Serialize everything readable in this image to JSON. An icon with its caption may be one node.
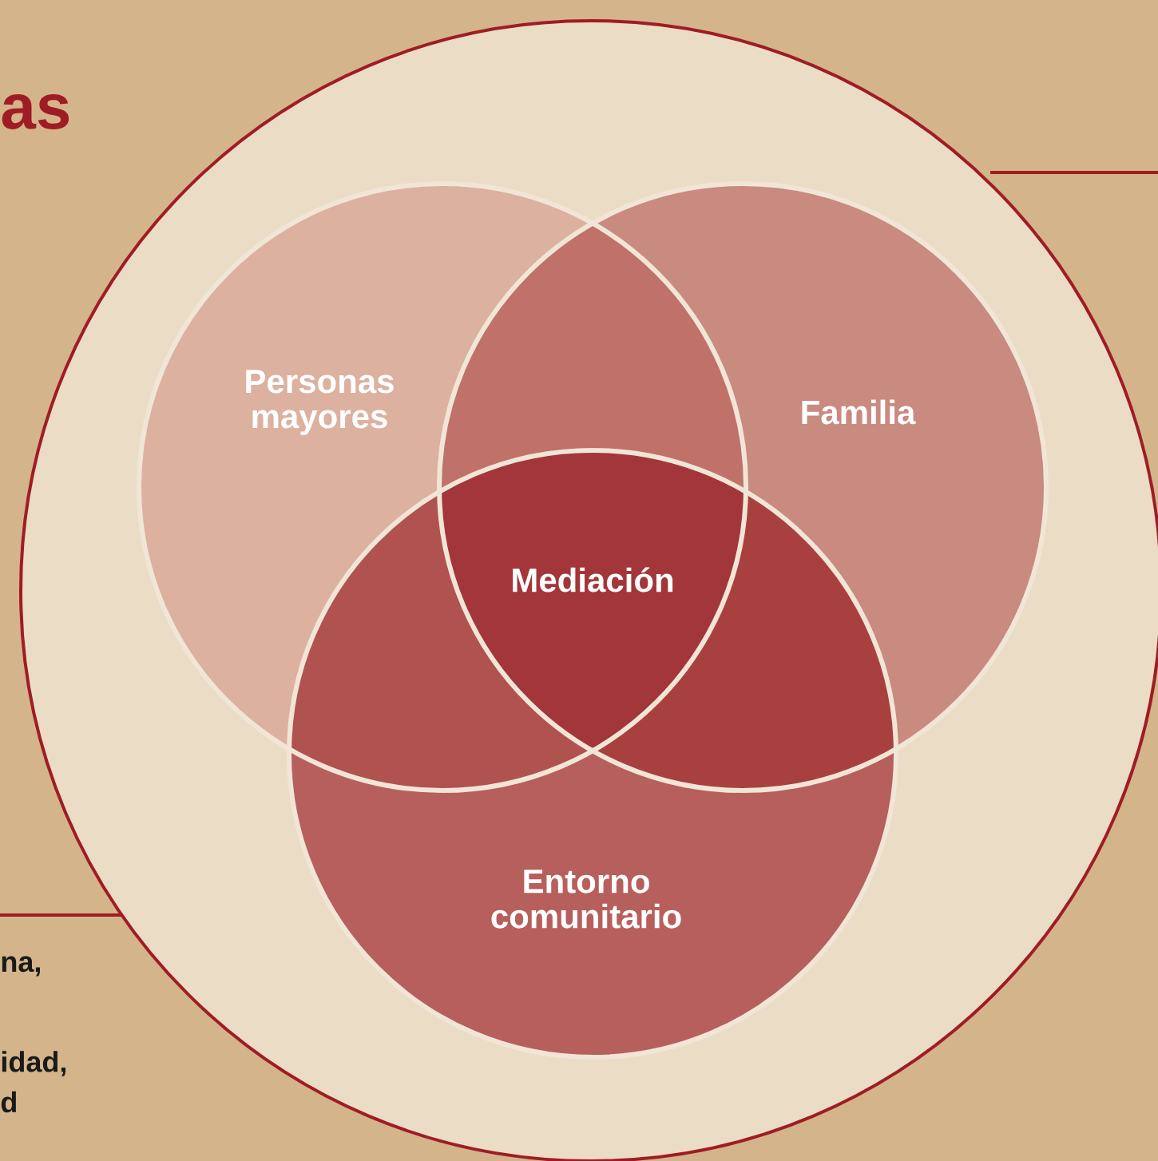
{
  "diagram": {
    "nodes": [
      {
        "text": [],
        "shape": "circle"
      },
      {
        "text": [
          "Personas mayores"
        ],
        "in": 0
      },
      {
        "text": [
          "Familia"
        ],
        "in": 0
      },
      {
        "text": [
          "Entorno comunitario"
        ],
        "in": 0
      }
    ],
    "labels": [
      "as",
      "Mediación",
      "na,",
      "idad,",
      "d"
    ]
  }
}
